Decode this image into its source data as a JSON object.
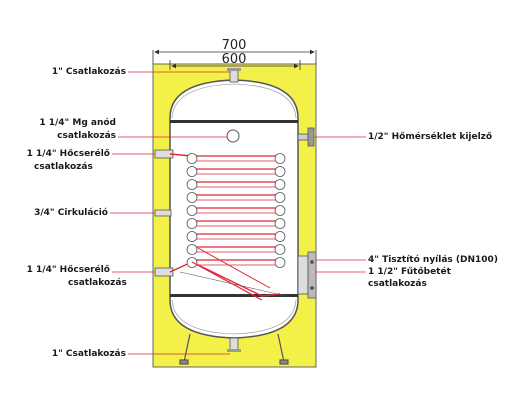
{
  "dimensions": {
    "outer": "700",
    "inner": "600"
  },
  "labels": {
    "top_connection": "1\" Csatlakozás",
    "mg_anode_line1": "1 1/4\" Mg anód",
    "mg_anode_line2": "csatlakozás",
    "hx_top_line1": "1 1/4\" Hőcserélő",
    "hx_top_line2": "csatlakozás",
    "circulation": "3/4\" Cirkuláció",
    "hx_bottom_line1": "1 1/4\" Hőcserélő",
    "hx_bottom_line2": "csatlakozás",
    "bottom_connection": "1\" Csatlakozás",
    "thermometer": "1/2\" Hőmérséklet kijelző",
    "cleaning_opening": "4\" Tisztító nyílás (DN100)",
    "heater_line1": "1 1/2\" Fűtőbetét",
    "heater_line2": "csatlakozás"
  },
  "colors": {
    "insulation": "#f4f04a",
    "leader_line": "#e0283a",
    "coil": "#e0283a",
    "outline": "#555555"
  }
}
